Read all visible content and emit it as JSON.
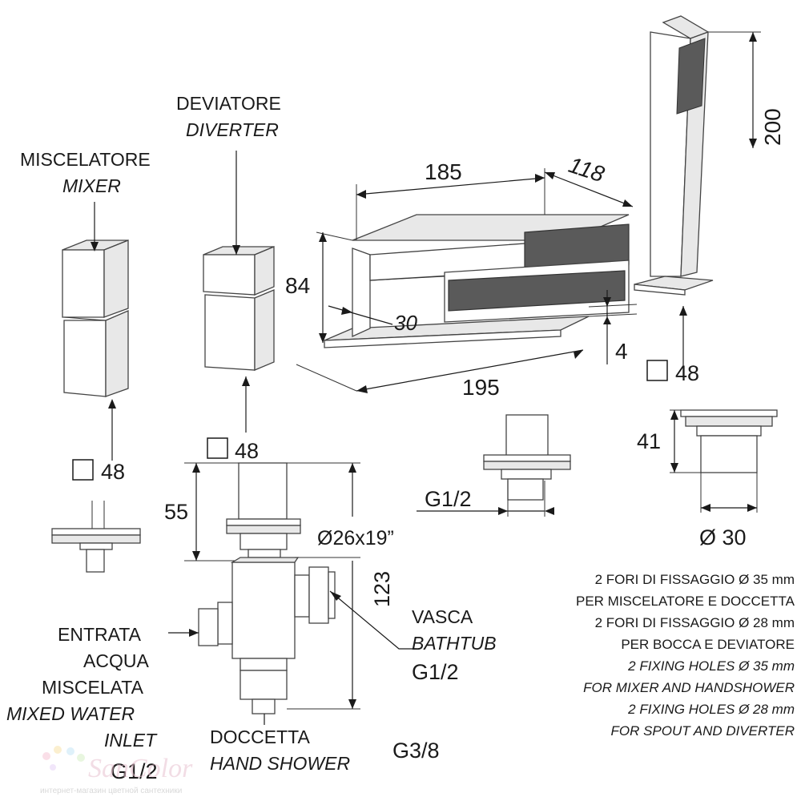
{
  "labels": {
    "deviatore": "DEVIATORE",
    "diverter": "DIVERTER",
    "miscelatore": "MISCELATORE",
    "mixer": "MIXER",
    "entrata": "ENTRATA",
    "acqua": "ACQUA",
    "miscelata": "MISCELATA",
    "mixed_water": "MIXED WATER",
    "inlet": "INLET",
    "g12_inlet": "G1/2",
    "doccetta": "DOCCETTA",
    "hand_shower": "HAND SHOWER",
    "g38": "G3/8",
    "vasca": "VASCA",
    "bathtub": "BATHTUB",
    "g12_bathtub": "G1/2",
    "g12_spout": "G1/2"
  },
  "dimensions": {
    "d185": "185",
    "d118": "118",
    "d200": "200",
    "d84": "84",
    "d30_spout": "30",
    "d4": "4",
    "d195": "195",
    "sq48_mixer": "48",
    "sq48_diverter": "48",
    "sq48_shower": "48",
    "d55": "55",
    "d26": "Ø26x19”",
    "d123": "123",
    "d41": "41",
    "d30_dia": "Ø 30"
  },
  "notes": [
    "2 FORI DI FISSAGGIO Ø 35 mm",
    "PER MISCELATORE E DOCCETTA",
    "2 FORI DI FISSAGGIO Ø 28 mm",
    "PER BOCCA E DEVIATORE",
    "2 FIXING HOLES Ø 35 mm",
    "FOR MIXER AND HANDSHOWER",
    "2 FIXING HOLES Ø 28 mm",
    "FOR SPOUT AND DIVERTER"
  ],
  "watermark": {
    "brand": "SanColor",
    "tagline": "интернет-магазин цветной сантехники"
  }
}
